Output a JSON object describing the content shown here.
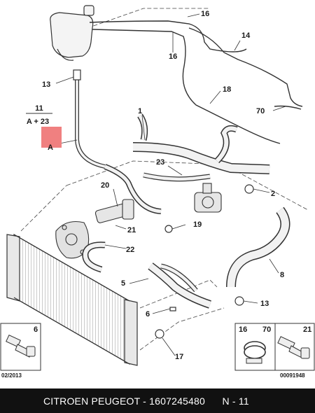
{
  "callouts": {
    "c1": "1",
    "c2": "2",
    "c5": "5",
    "c6": "6",
    "c8": "8",
    "c13a": "13",
    "c13b": "13",
    "c14": "14",
    "c16a": "16",
    "c16b": "16",
    "c17": "17",
    "c18": "18",
    "c19": "19",
    "c20": "20",
    "c21": "21",
    "c22": "22",
    "c23": "23",
    "c70": "70"
  },
  "note": {
    "top": "11",
    "bottom": "A + 23",
    "marker": "A"
  },
  "insets": [
    {
      "labels": [
        "6"
      ]
    },
    {
      "labels": [
        "16",
        "70"
      ]
    },
    {
      "labels": [
        "21"
      ]
    }
  ],
  "date_code": "02/2013",
  "ref_code": "00091948",
  "footer": "CITROEN PEUGEOT - 1607245480      N - 11",
  "colors": {
    "marker": "#f08080",
    "footer_bg": "#111111",
    "line": "#333333"
  }
}
